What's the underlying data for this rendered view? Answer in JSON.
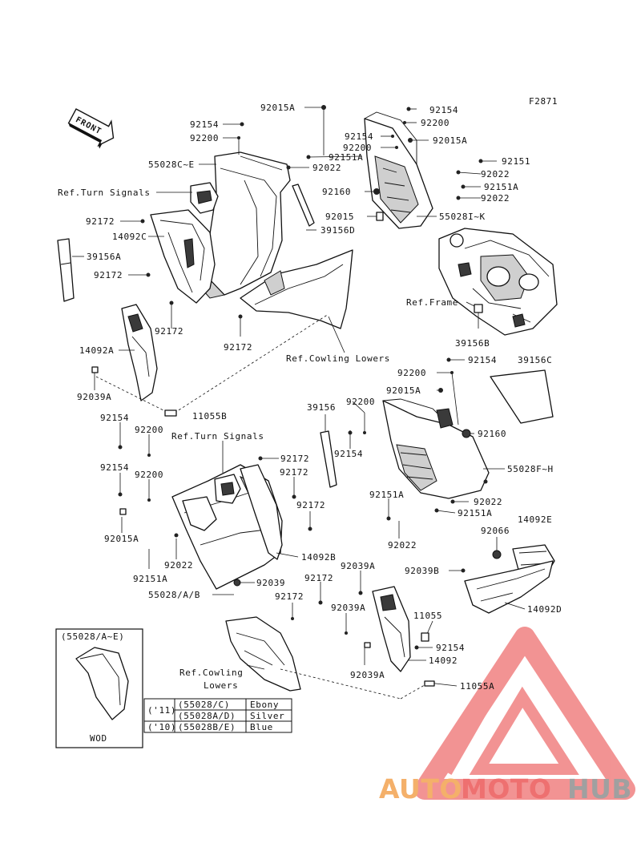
{
  "diagram_code": "F2871",
  "front_label": "FRONT",
  "labels": {
    "l92015A_top": "92015A",
    "l92154_a": "92154",
    "l92200_a": "92200",
    "l92154_b": "92154",
    "l92200_b": "92200",
    "l92154_c": "92154",
    "l92200_c": "92200",
    "l92015A_b": "92015A",
    "l92151A_a": "92151A",
    "l92151": "92151",
    "l55028CE": "55028C~E",
    "l92022_a": "92022",
    "l92022_b": "92022",
    "l92151A_b": "92151A",
    "l92022_c": "92022",
    "l92160_a": "92160",
    "ref_turn_signals_a": "Ref.Turn Signals",
    "l92015": "92015",
    "l55028IK": "55028I~K",
    "l92172_a": "92172",
    "l39156D": "39156D",
    "l14092C": "14092C",
    "l39156A": "39156A",
    "l92172_b": "92172",
    "ref_frame": "Ref.Frame",
    "l92172_c": "92172",
    "l39156B": "39156B",
    "l92172_d": "92172",
    "l14092A": "14092A",
    "ref_cowling_lowers_a": "Ref.Cowling Lowers",
    "l92154_d": "92154",
    "l39156C": "39156C",
    "l92200_d": "92200",
    "l92039A_a": "92039A",
    "l92015A_c": "92015A",
    "l11055B": "11055B",
    "l39156": "39156",
    "l92200_e": "92200",
    "l92154_e": "92154",
    "l92200_f": "92200",
    "l92160_b": "92160",
    "ref_turn_signals_b": "Ref.Turn Signals",
    "l92154_f": "92154",
    "l92172_e": "92172",
    "l55028FH": "55028F~H",
    "l92154_g": "92154",
    "l92200_g": "92200",
    "l92172_f": "92172",
    "l92172_g": "92172",
    "l92151A_c": "92151A",
    "l92022_d": "92022",
    "l92151A_d": "92151A",
    "l92015A_d": "92015A",
    "l14092E": "14092E",
    "l92066": "92066",
    "l92022_e": "92022",
    "l92022_f": "92022",
    "l14092B": "14092B",
    "l92151A_e": "92151A",
    "l92039A_b": "92039A",
    "l92039B": "92039B",
    "l92039": "92039",
    "l55028AB": "55028/A/B",
    "l92172_h": "92172",
    "l92172_i": "92172",
    "l92039A_c": "92039A",
    "l11055": "11055",
    "l14092D": "14092D",
    "l92154_h": "92154",
    "l14092": "14092",
    "ref_cowling_lowers_b1": "Ref.Cowling",
    "ref_cowling_lowers_b2": "Lowers",
    "l92039A_d": "92039A",
    "l11055A": "11055A"
  },
  "inset": {
    "title": "(55028/A~E)",
    "caption": "WOD"
  },
  "color_table": [
    {
      "year": "('11)",
      "part": "(55028/C)",
      "color": "Ebony"
    },
    {
      "year": "",
      "part": "(55028A/D)",
      "color": "Silver"
    },
    {
      "year": "('10)",
      "part": "(55028B/E)",
      "color": "Blue"
    }
  ],
  "watermark": {
    "part1": "AUTO",
    "part2": "MOTO",
    "part3": "HUB",
    "color_orange": "#f4b06a",
    "color_red": "#ee7070",
    "color_gray": "#a0a0a0"
  }
}
